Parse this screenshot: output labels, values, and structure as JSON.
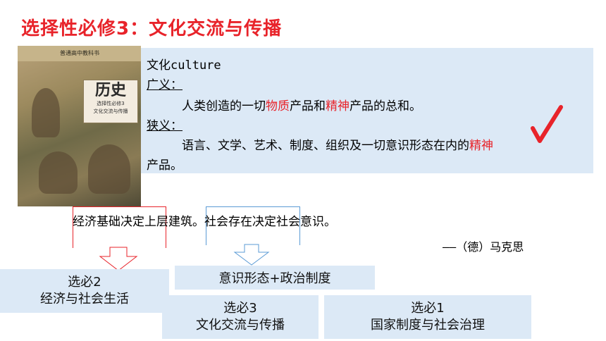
{
  "title": "选择性必修3：文化交流与传播",
  "book": {
    "series": "普通高中教科书",
    "name": "历史",
    "volume": "选择性必修3",
    "subtitle": "文化交流与传播"
  },
  "definition": {
    "heading": "文化culture",
    "broad_label": "广义：",
    "broad_pre": "人类创造的一切",
    "broad_hl1": "物质",
    "broad_mid": "产品和",
    "broad_hl2": "精神",
    "broad_post": "产品的总和。",
    "narrow_label": "狭义：",
    "narrow_pre": "语言、文学、艺术、制度、组织及一切意识形态在内的",
    "narrow_hl": "精神",
    "narrow_post": "产品。"
  },
  "quote": "经济基础决定上层建筑。社会存在决定社会意识。",
  "attribution": "——（德）马克思",
  "boxes": {
    "b1_l1": "选必2",
    "b1_l2": "经济与社会生活",
    "b2": "意识形态+政治制度",
    "b3_l1": "选必3",
    "b3_l2": "文化交流与传播",
    "b4_l1": "选必1",
    "b4_l2": "国家制度与社会治理"
  },
  "colors": {
    "accent": "#e8232a",
    "box_bg": "#dce9f6",
    "blue": "#5b9bd5"
  },
  "icons": {
    "check": "check-mark-icon"
  }
}
